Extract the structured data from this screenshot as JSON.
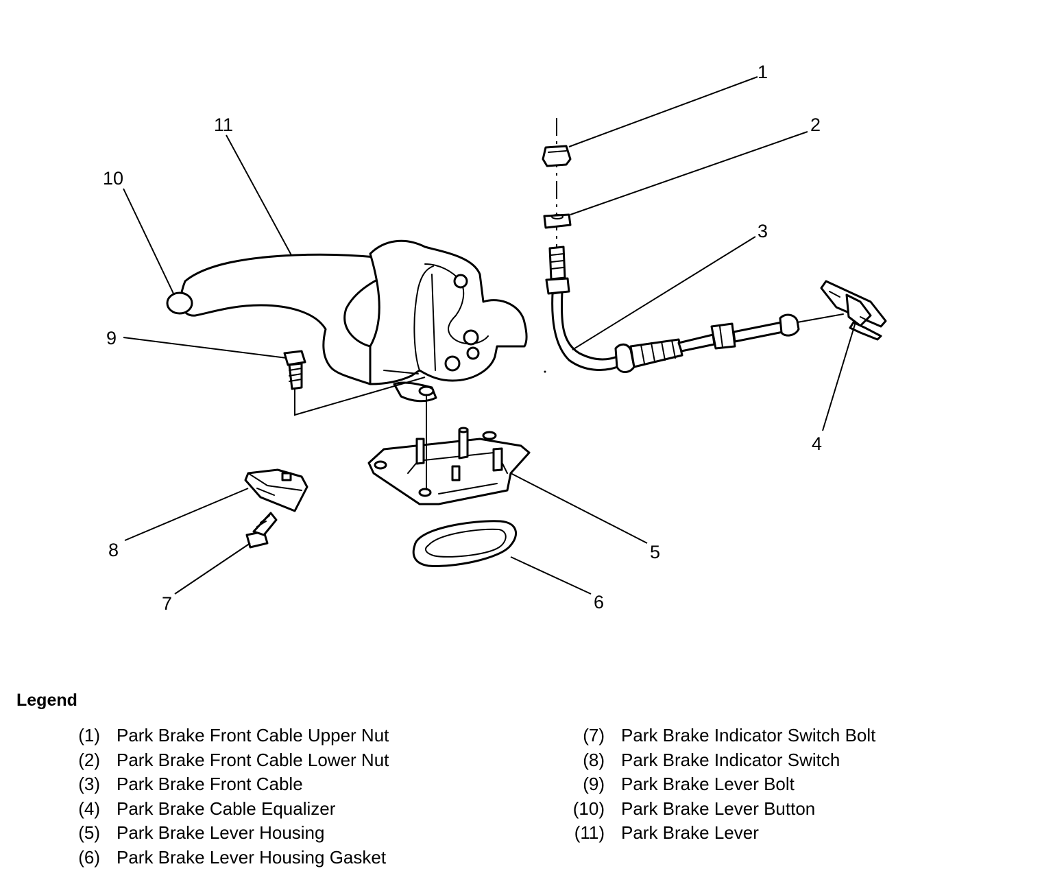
{
  "legend": {
    "title": "Legend",
    "items": [
      {
        "num": "(1)",
        "text": "Park Brake Front Cable Upper Nut"
      },
      {
        "num": "(2)",
        "text": "Park Brake Front Cable Lower Nut"
      },
      {
        "num": "(3)",
        "text": "Park Brake Front Cable"
      },
      {
        "num": "(4)",
        "text": "Park Brake Cable Equalizer"
      },
      {
        "num": "(5)",
        "text": "Park Brake Lever Housing"
      },
      {
        "num": "(6)",
        "text": "Park Brake Lever Housing Gasket"
      },
      {
        "num": "(7)",
        "text": "Park Brake Indicator Switch Bolt"
      },
      {
        "num": "(8)",
        "text": "Park Brake Indicator Switch"
      },
      {
        "num": "(9)",
        "text": "Park Brake Lever Bolt"
      },
      {
        "num": "(10)",
        "text": "Park Brake Lever Button"
      },
      {
        "num": "(11)",
        "text": "Park Brake Lever"
      }
    ]
  },
  "callouts": [
    "1",
    "2",
    "3",
    "4",
    "5",
    "6",
    "7",
    "8",
    "9",
    "10",
    "11"
  ]
}
